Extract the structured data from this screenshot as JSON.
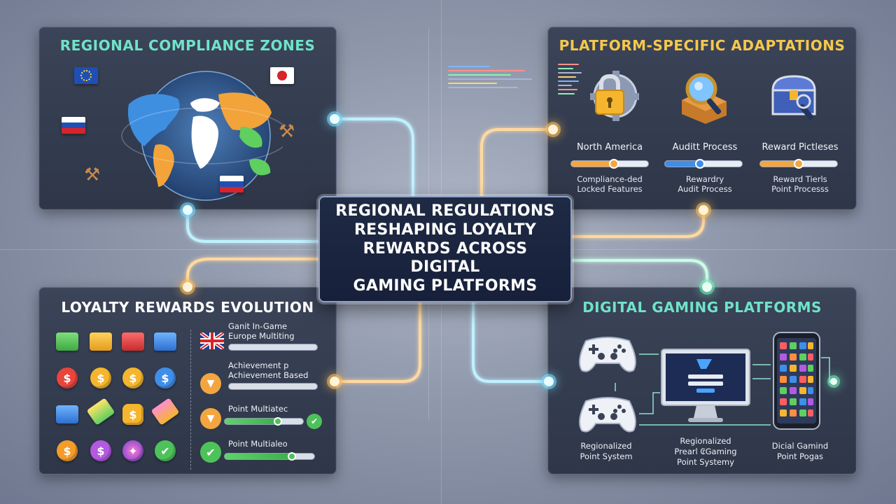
{
  "center": {
    "title_line1": "REGIONAL REGULATIONS",
    "title_line2": "RESHAPING LOYALTY",
    "title_line3": "REWARDS ACROSS DIGITAL",
    "title_line4": "GAMING PLATFORMS"
  },
  "panels": {
    "regional": {
      "title": "REGIONAL COMPLIANCE ZONES"
    },
    "platform": {
      "title": "PLATFORM-SPECIFIC ADAPTATIONS",
      "items": [
        {
          "label": "North America",
          "sub1": "Compliance-ded",
          "sub2": "Locked Features",
          "icon": "padlock-gear-icon",
          "slider_value": 0.55,
          "slider_color": "#f3a640"
        },
        {
          "label": "Auditt Process",
          "sub1": "Rewardry",
          "sub2": "Audit Process",
          "icon": "magnifier-icon",
          "slider_value": 0.45,
          "slider_color": "#3f8ee8"
        },
        {
          "label": "Reward Pictleses",
          "sub1": "Reward Tierls",
          "sub2": "Point Processs",
          "icon": "treasure-chest-icon",
          "slider_value": 0.5,
          "slider_color": "#f3a640"
        }
      ]
    },
    "loyalty": {
      "title": "LOYALTY REWARDS EVOLUTION",
      "rows": [
        {
          "line1": "Ganit In-Game",
          "line2": "Europe Multiting",
          "badge_icon": "uk-flag-icon",
          "progress": 0.0
        },
        {
          "line1": "Achievement p",
          "line2": "Achievement Based",
          "badge_icon": "pin-icon",
          "progress": 0.0
        },
        {
          "line1": "Point Multiatec",
          "line2": "",
          "badge_icon": "pin-icon",
          "progress": 0.68,
          "end_icon": "check-icon"
        },
        {
          "line1": "Point Multialeo",
          "line2": "",
          "badge_icon": "check-icon",
          "progress": 0.75
        }
      ]
    },
    "digital": {
      "title": "DIGITAL GAMING PLATFORMS",
      "labels": [
        {
          "line1": "Regionalized",
          "line2": "Point System"
        },
        {
          "line1": "Regionalized",
          "line2": "Prearl ₢Gaming",
          "line3": "Point Systemy"
        },
        {
          "line1": "Dicial Gamind",
          "line2": "Point Pogas"
        }
      ]
    }
  },
  "colors": {
    "cyan_glow": "#78dcff",
    "gold_glow": "#ffbe5a",
    "mint_glow": "#78f0be",
    "title_teal": "#6fe3c8",
    "title_gold": "#f6c84a"
  }
}
